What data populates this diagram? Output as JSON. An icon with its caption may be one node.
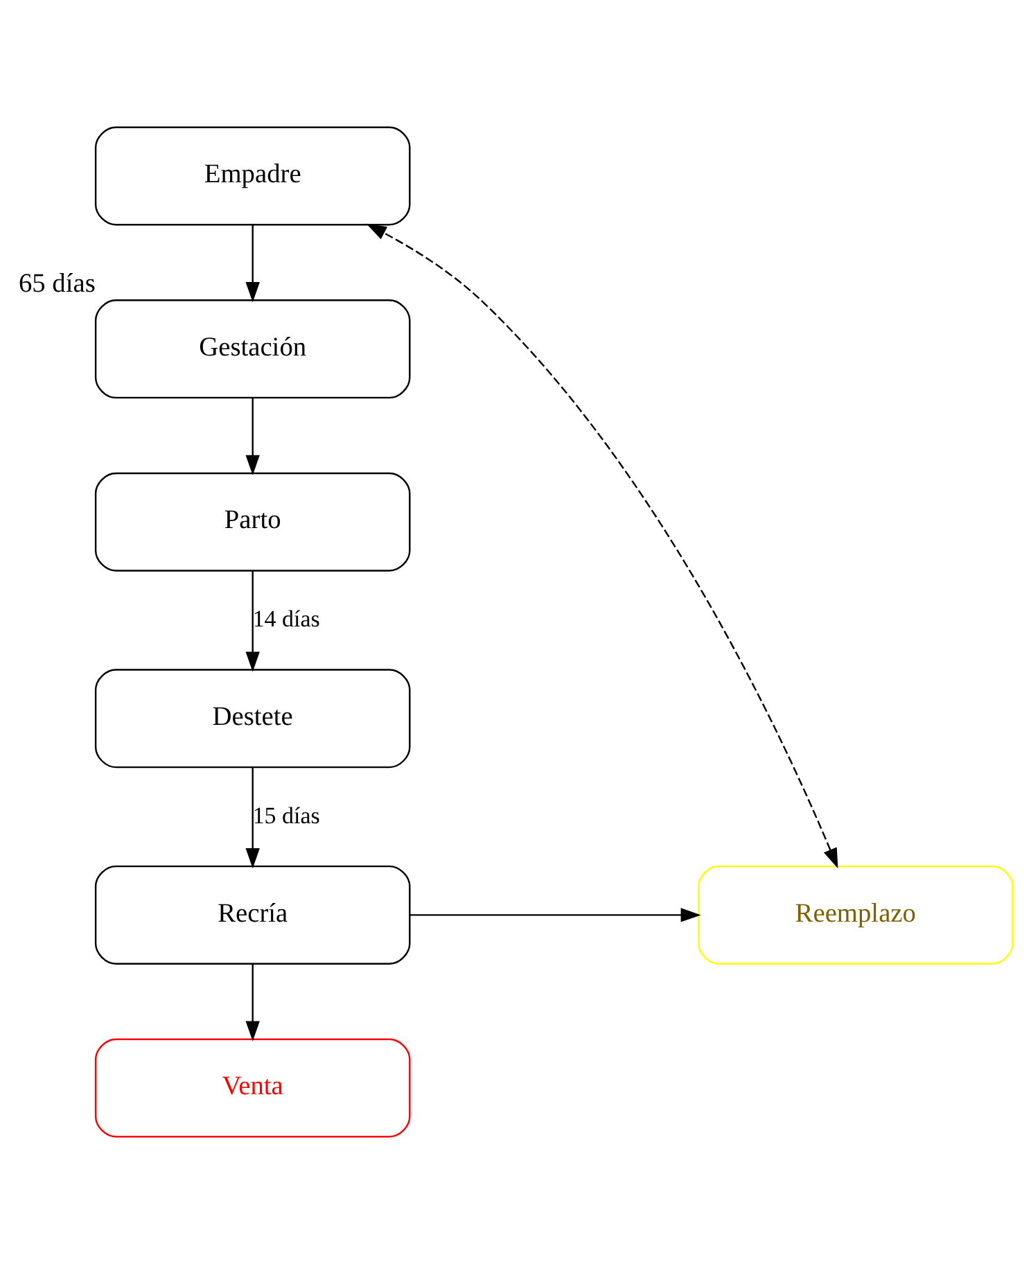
{
  "diagram": {
    "nodes": [
      {
        "text": [
          "Empadre"
        ]
      },
      {
        "text": [
          "Gestación"
        ],
        "beside": [
          "65 días"
        ]
      },
      {
        "text": [
          "Parto"
        ]
      },
      {
        "text": [
          "Destete"
        ]
      },
      {
        "text": [
          "Recría"
        ]
      },
      {
        "text": [
          "Venta"
        ]
      },
      {
        "text": [
          "Reemplazo"
        ]
      }
    ],
    "edges": [
      {
        "from": 0,
        "to": 1,
        "arrow": "to"
      },
      {
        "from": 1,
        "to": 2,
        "arrow": "to"
      },
      {
        "from": 2,
        "to": 3,
        "arrow": "to",
        "label": "14 días"
      },
      {
        "from": 3,
        "to": 4,
        "arrow": "to",
        "label": "15 días"
      },
      {
        "from": 4,
        "to": 5,
        "arrow": "to"
      },
      {
        "from": 4,
        "to": 6,
        "arrow": "to"
      },
      {
        "from": 6,
        "to": 0,
        "arrow": "both",
        "style": "dashed"
      }
    ]
  }
}
